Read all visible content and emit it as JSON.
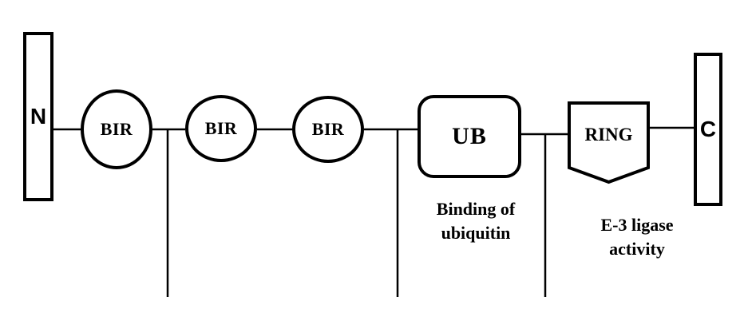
{
  "diagram": {
    "title": "protein-domain-architecture",
    "terminals": {
      "n_label": "N",
      "c_label": "C"
    },
    "domains": [
      {
        "id": "bir1",
        "label": "BIR",
        "shape": "ellipse"
      },
      {
        "id": "bir2",
        "label": "BIR",
        "shape": "ellipse"
      },
      {
        "id": "bir3",
        "label": "BIR",
        "shape": "ellipse"
      },
      {
        "id": "ub",
        "label": "UB",
        "shape": "rounded-rect"
      },
      {
        "id": "ring",
        "label": "RING",
        "shape": "shield-pentagon"
      }
    ],
    "annotations": {
      "ub": {
        "line1": "Binding of",
        "line2": "ubiquitin"
      },
      "ring": {
        "line1": "E-3 ligase",
        "line2": "activity"
      }
    },
    "colors": {
      "stroke": "#000000",
      "fill": "#ffffff",
      "background": "#ffffff"
    }
  }
}
